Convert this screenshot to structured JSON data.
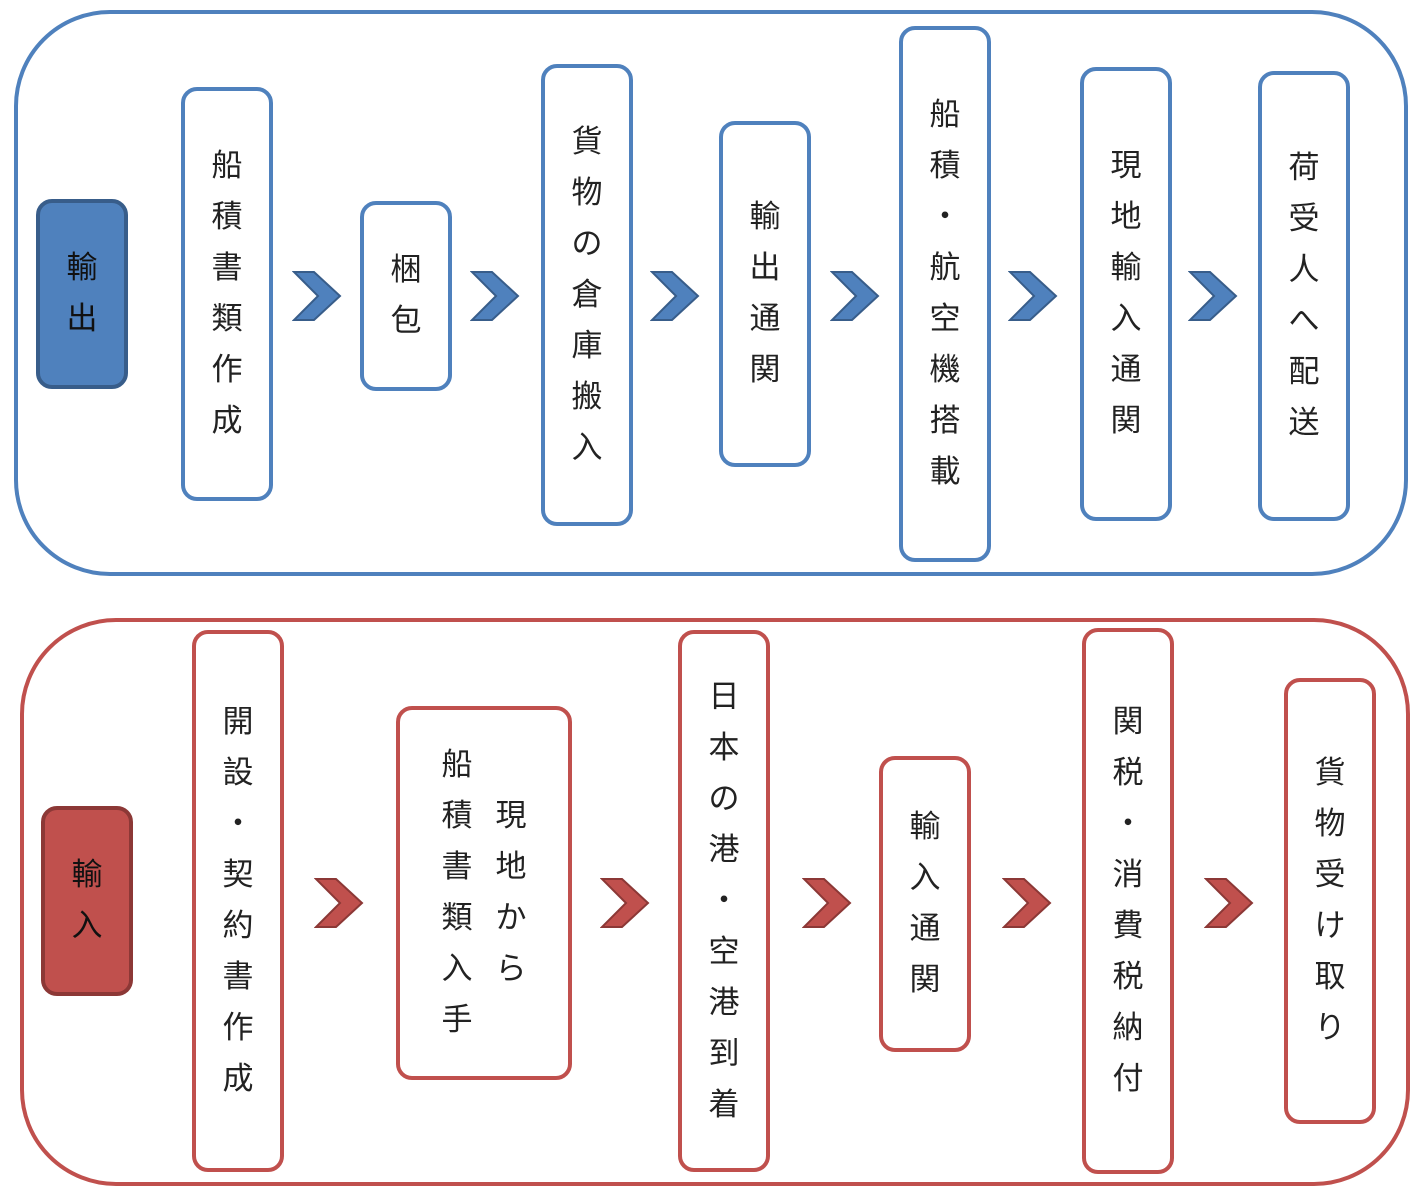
{
  "export_flow": {
    "label": "輸出",
    "steps": [
      "船積書類作成",
      "梱包",
      "貨物の倉庫搬入",
      "輸出通関",
      "船積・航空機搭載",
      "現地輸入通関",
      "荷受人へ配送"
    ]
  },
  "import_flow": {
    "label": "輸入",
    "steps": [
      "開設・契約書作成",
      "現地から船積書類入手",
      "日本の港・空港到着",
      "輸入通関",
      "関税・消費税納付",
      "貨物受け取り"
    ]
  },
  "colors": {
    "export_accent": "#4f81bd",
    "export_accent_dark": "#385d8a",
    "import_accent": "#c0504d",
    "import_accent_dark": "#8c3836"
  }
}
